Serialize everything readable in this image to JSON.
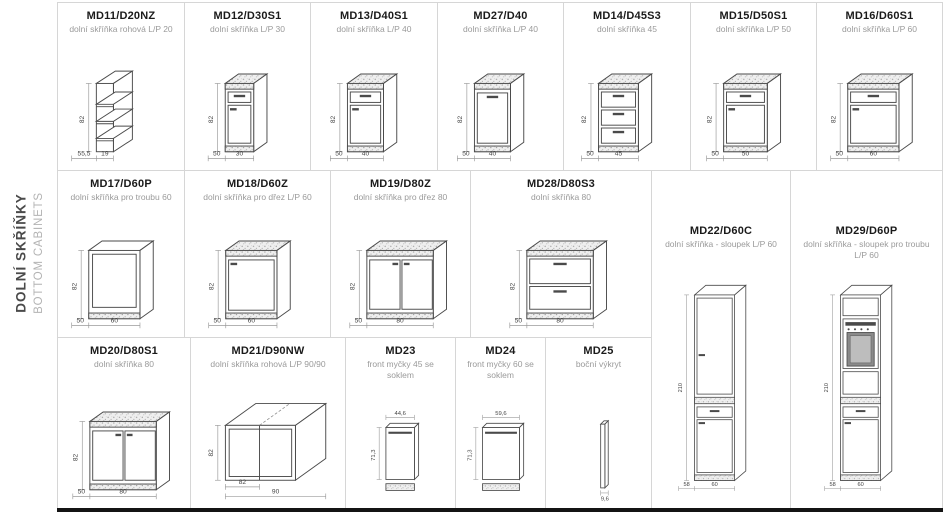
{
  "sidebar": {
    "title_cs": "DOLNÍ SKŘÍŇKY",
    "title_en": "BOTTOM CABINETS"
  },
  "colors": {
    "bottom_rule": "#141414",
    "grid_border": "#d6d6d6",
    "desc_text": "#9a9a9a"
  },
  "cells": [
    {
      "code": "MD11/D20NZ",
      "desc": "dolní skříňka rohová L/P 20",
      "dims": {
        "a": "82",
        "b": "55,5",
        "c": "19"
      }
    },
    {
      "code": "MD12/D30S1",
      "desc": "dolní skříňka L/P 30",
      "dims": {
        "a": "82",
        "b": "50",
        "c": "30"
      }
    },
    {
      "code": "MD13/D40S1",
      "desc": "dolní skříňka L/P 40",
      "dims": {
        "a": "82",
        "b": "50",
        "c": "40"
      }
    },
    {
      "code": "MD27/D40",
      "desc": "dolní skříňka L/P 40",
      "dims": {
        "a": "82",
        "b": "50",
        "c": "40"
      }
    },
    {
      "code": "MD14/D45S3",
      "desc": "dolní skříňka 45",
      "dims": {
        "a": "82",
        "b": "50",
        "c": "45"
      }
    },
    {
      "code": "MD15/D50S1",
      "desc": "dolní skříňka L/P 50",
      "dims": {
        "a": "82",
        "b": "50",
        "c": "50"
      }
    },
    {
      "code": "MD16/D60S1",
      "desc": "dolní skříňka L/P 60",
      "dims": {
        "a": "82",
        "b": "50",
        "c": "60"
      }
    },
    {
      "code": "MD17/D60P",
      "desc": "dolní skříňka pro troubu 60",
      "dims": {
        "a": "82",
        "b": "50",
        "c": "60"
      }
    },
    {
      "code": "MD18/D60Z",
      "desc": "dolní skříňka pro dřez L/P 60",
      "dims": {
        "a": "82",
        "b": "50",
        "c": "60"
      }
    },
    {
      "code": "MD19/D80Z",
      "desc": "dolní skříňka pro dřez 80",
      "dims": {
        "a": "82",
        "b": "50",
        "c": "80"
      }
    },
    {
      "code": "MD28/D80S3",
      "desc": "dolní skříňka 80",
      "dims": {
        "a": "82",
        "b": "50",
        "c": "80"
      }
    },
    {
      "code": "MD22/D60C",
      "desc": "dolní skříňka - sloupek L/P 60",
      "dims": {
        "a": "210",
        "b": "58",
        "c": "60"
      }
    },
    {
      "code": "MD29/D60P",
      "desc": "dolní skříňka - sloupek pro troubu L/P 60",
      "dims": {
        "a": "210",
        "b": "58",
        "c": "60"
      }
    },
    {
      "code": "MD20/D80S1",
      "desc": "dolní skříňka 80",
      "dims": {
        "a": "82",
        "b": "50",
        "c": "80"
      }
    },
    {
      "code": "MD21/D90NW",
      "desc": "dolní skříňka rohová L/P 90/90",
      "dims": {
        "a": "82",
        "b": "82",
        "c": "90"
      }
    },
    {
      "code": "MD23",
      "desc": "front myčky 45 se soklem",
      "dims": {
        "a": "44,6",
        "b": "71,3"
      }
    },
    {
      "code": "MD24",
      "desc": "front myčky 60 se soklem",
      "dims": {
        "a": "59,6",
        "b": "71,3"
      }
    },
    {
      "code": "MD25",
      "desc": "boční výkryt",
      "dims": {
        "a": "9,6"
      }
    }
  ]
}
